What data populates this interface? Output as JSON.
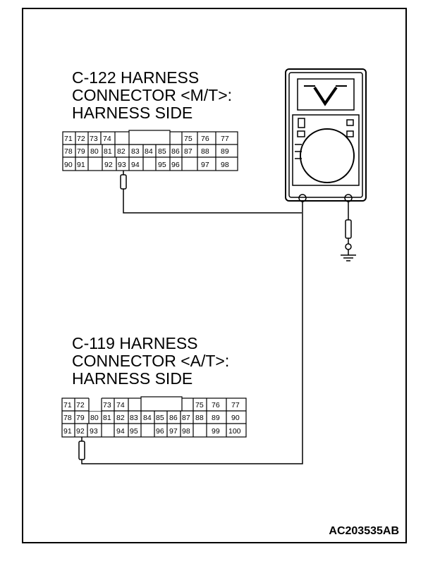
{
  "connector_c122": {
    "title_lines": [
      "C-122 HARNESS",
      "CONNECTOR <M/T>:",
      "HARNESS SIDE"
    ],
    "pins": {
      "row1": [
        "71",
        "72",
        "73",
        "74",
        "75",
        "76",
        "77"
      ],
      "row2": [
        "78",
        "79",
        "80",
        "81",
        "82",
        "83",
        "84",
        "85",
        "86",
        "87",
        "88",
        "89"
      ],
      "row3": [
        "90",
        "91",
        "92",
        "93",
        "94",
        "95",
        "96",
        "97",
        "98"
      ]
    },
    "probe_pin": "93"
  },
  "connector_c119": {
    "title_lines": [
      "C-119 HARNESS",
      "CONNECTOR <A/T>:",
      "HARNESS SIDE"
    ],
    "pins": {
      "row1": [
        "71",
        "72",
        "73",
        "74",
        "75",
        "76",
        "77"
      ],
      "row2": [
        "78",
        "79",
        "80",
        "81",
        "82",
        "83",
        "84",
        "85",
        "86",
        "87",
        "88",
        "89",
        "90"
      ],
      "row3": [
        "91",
        "92",
        "93",
        "94",
        "95",
        "96",
        "97",
        "98",
        "99",
        "100"
      ]
    },
    "probe_pin": "92"
  },
  "meter": {
    "icon": "multimeter-icon",
    "ground_icon": "ground-icon"
  },
  "figure_code": "AC203535AB"
}
